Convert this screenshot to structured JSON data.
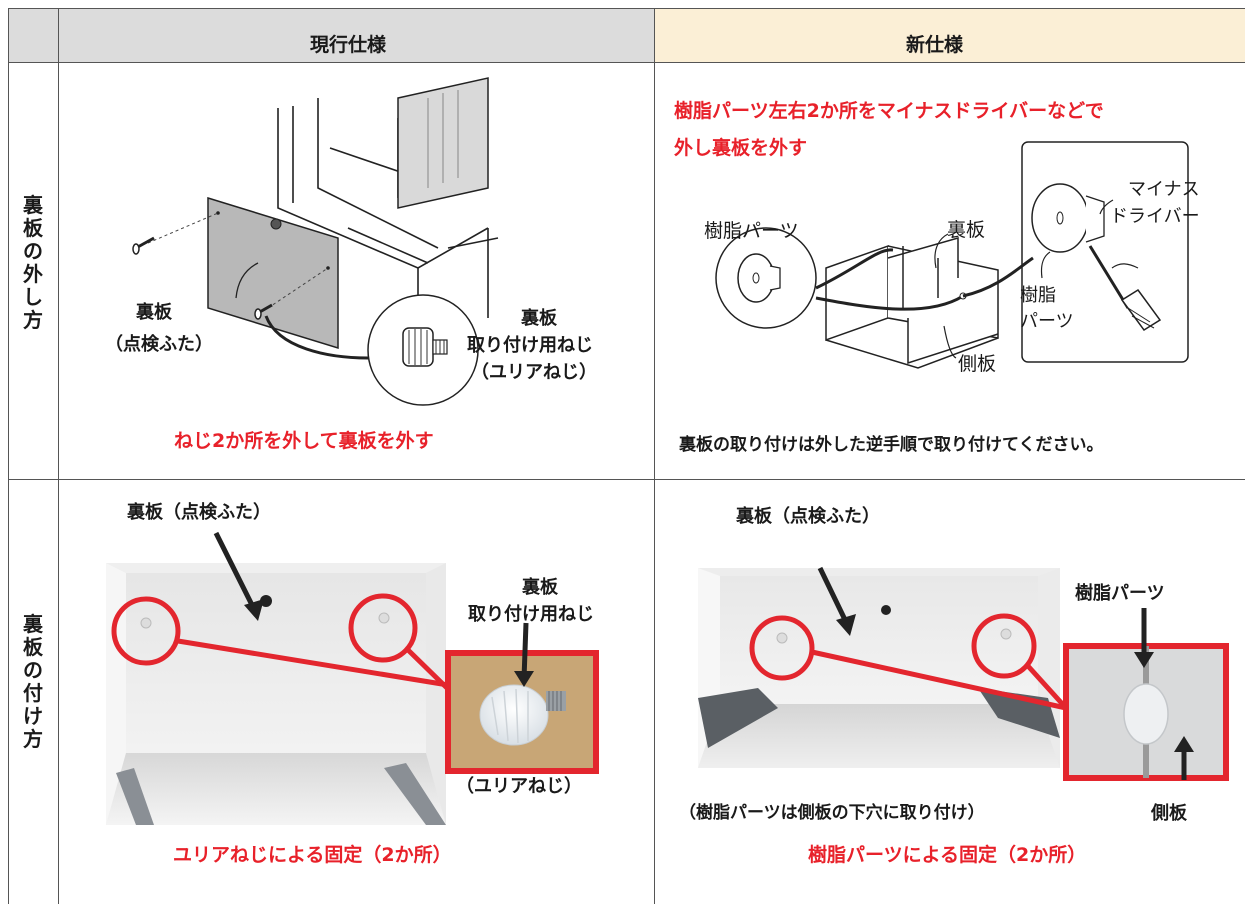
{
  "header": {
    "current": "現行仕様",
    "new": "新仕様"
  },
  "rows": {
    "remove": "裏板の外し方",
    "attach": "裏板の付け方"
  },
  "remove_current": {
    "board_label": "裏板",
    "board_sub": "（点検ふた）",
    "screw_l1": "裏板",
    "screw_l2": "取り付け用ねじ",
    "screw_l3": "（ユリアねじ）",
    "caption": "ねじ2か所を外して裏板を外す"
  },
  "remove_new": {
    "heading_l1": "樹脂パーツ左右2か所をマイナスドライバーなどで",
    "heading_l2": "外し裏板を外す",
    "resin_parts": "樹脂パーツ",
    "back_board": "裏板",
    "driver_l1": "マイナス",
    "driver_l2": "ドライバー",
    "resin_l1": "樹脂",
    "resin_l2": "パーツ",
    "side_board": "側板",
    "note": "裏板の取り付けは外した逆手順で取り付けてください。"
  },
  "attach_current": {
    "board_label": "裏板（点検ふた）",
    "screw_l1": "裏板",
    "screw_l2": "取り付け用ねじ",
    "screw_l3": "（ユリアねじ）",
    "caption": "ユリアねじによる固定（2か所）"
  },
  "attach_new": {
    "board_label": "裏板（点検ふた）",
    "resin_parts": "樹脂パーツ",
    "note": "（樹脂パーツは側板の下穴に取り付け）",
    "side_board": "側板",
    "caption": "樹脂パーツによる固定（2か所）"
  }
}
